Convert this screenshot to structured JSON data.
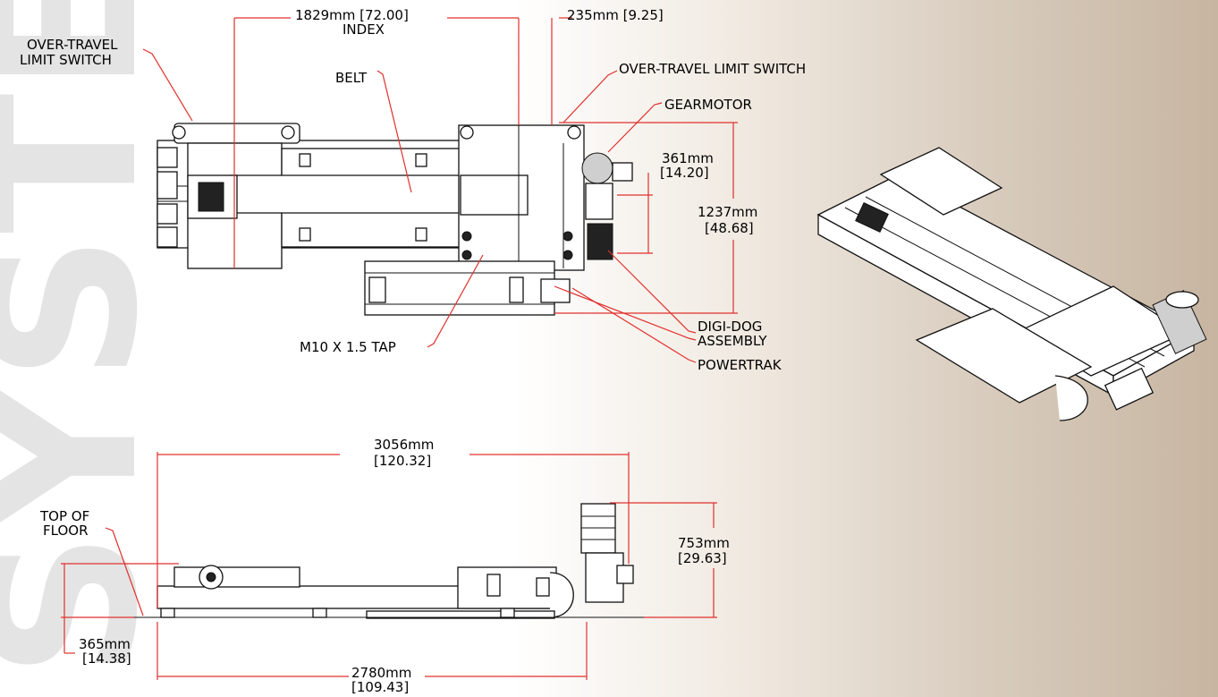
{
  "watermark": {
    "text": "SYSTEMS, INC"
  },
  "top_view": {
    "dim_index_line1": "1829mm [72.00]",
    "dim_index_line2": "INDEX",
    "dim_235": "235mm [9.25]",
    "otls_left_line1": "OVER-TRAVEL",
    "otls_left_line2": "LIMIT SWITCH",
    "belt": "BELT",
    "otls_right": "OVER-TRAVEL LIMIT SWITCH",
    "gearmotor": "GEARMOTOR",
    "dim_361_line1": "361mm",
    "dim_361_line2": "[14.20]",
    "dim_1237_line1": "1237mm",
    "dim_1237_line2": "[48.68]",
    "digidog_line1": "DIGI-DOG",
    "digidog_line2": "ASSEMBLY",
    "tap": "M10 X 1.5 TAP",
    "powertrak": "POWERTRAK"
  },
  "side_view": {
    "dim_3056_line1": "3056mm",
    "dim_3056_line2": "[120.32]",
    "top_floor_line1": "TOP OF",
    "top_floor_line2": "FLOOR",
    "dim_753_line1": "753mm",
    "dim_753_line2": "[29.63]",
    "dim_365_line1": "365mm",
    "dim_365_line2": "[14.38]",
    "dim_2780_line1": "2780mm",
    "dim_2780_line2": "[109.43]"
  },
  "colors": {
    "dimension_line": "#e0302c",
    "drawing_line": "#111111",
    "watermark": "#e4e4e4",
    "background_right": "#c7b5a1"
  }
}
